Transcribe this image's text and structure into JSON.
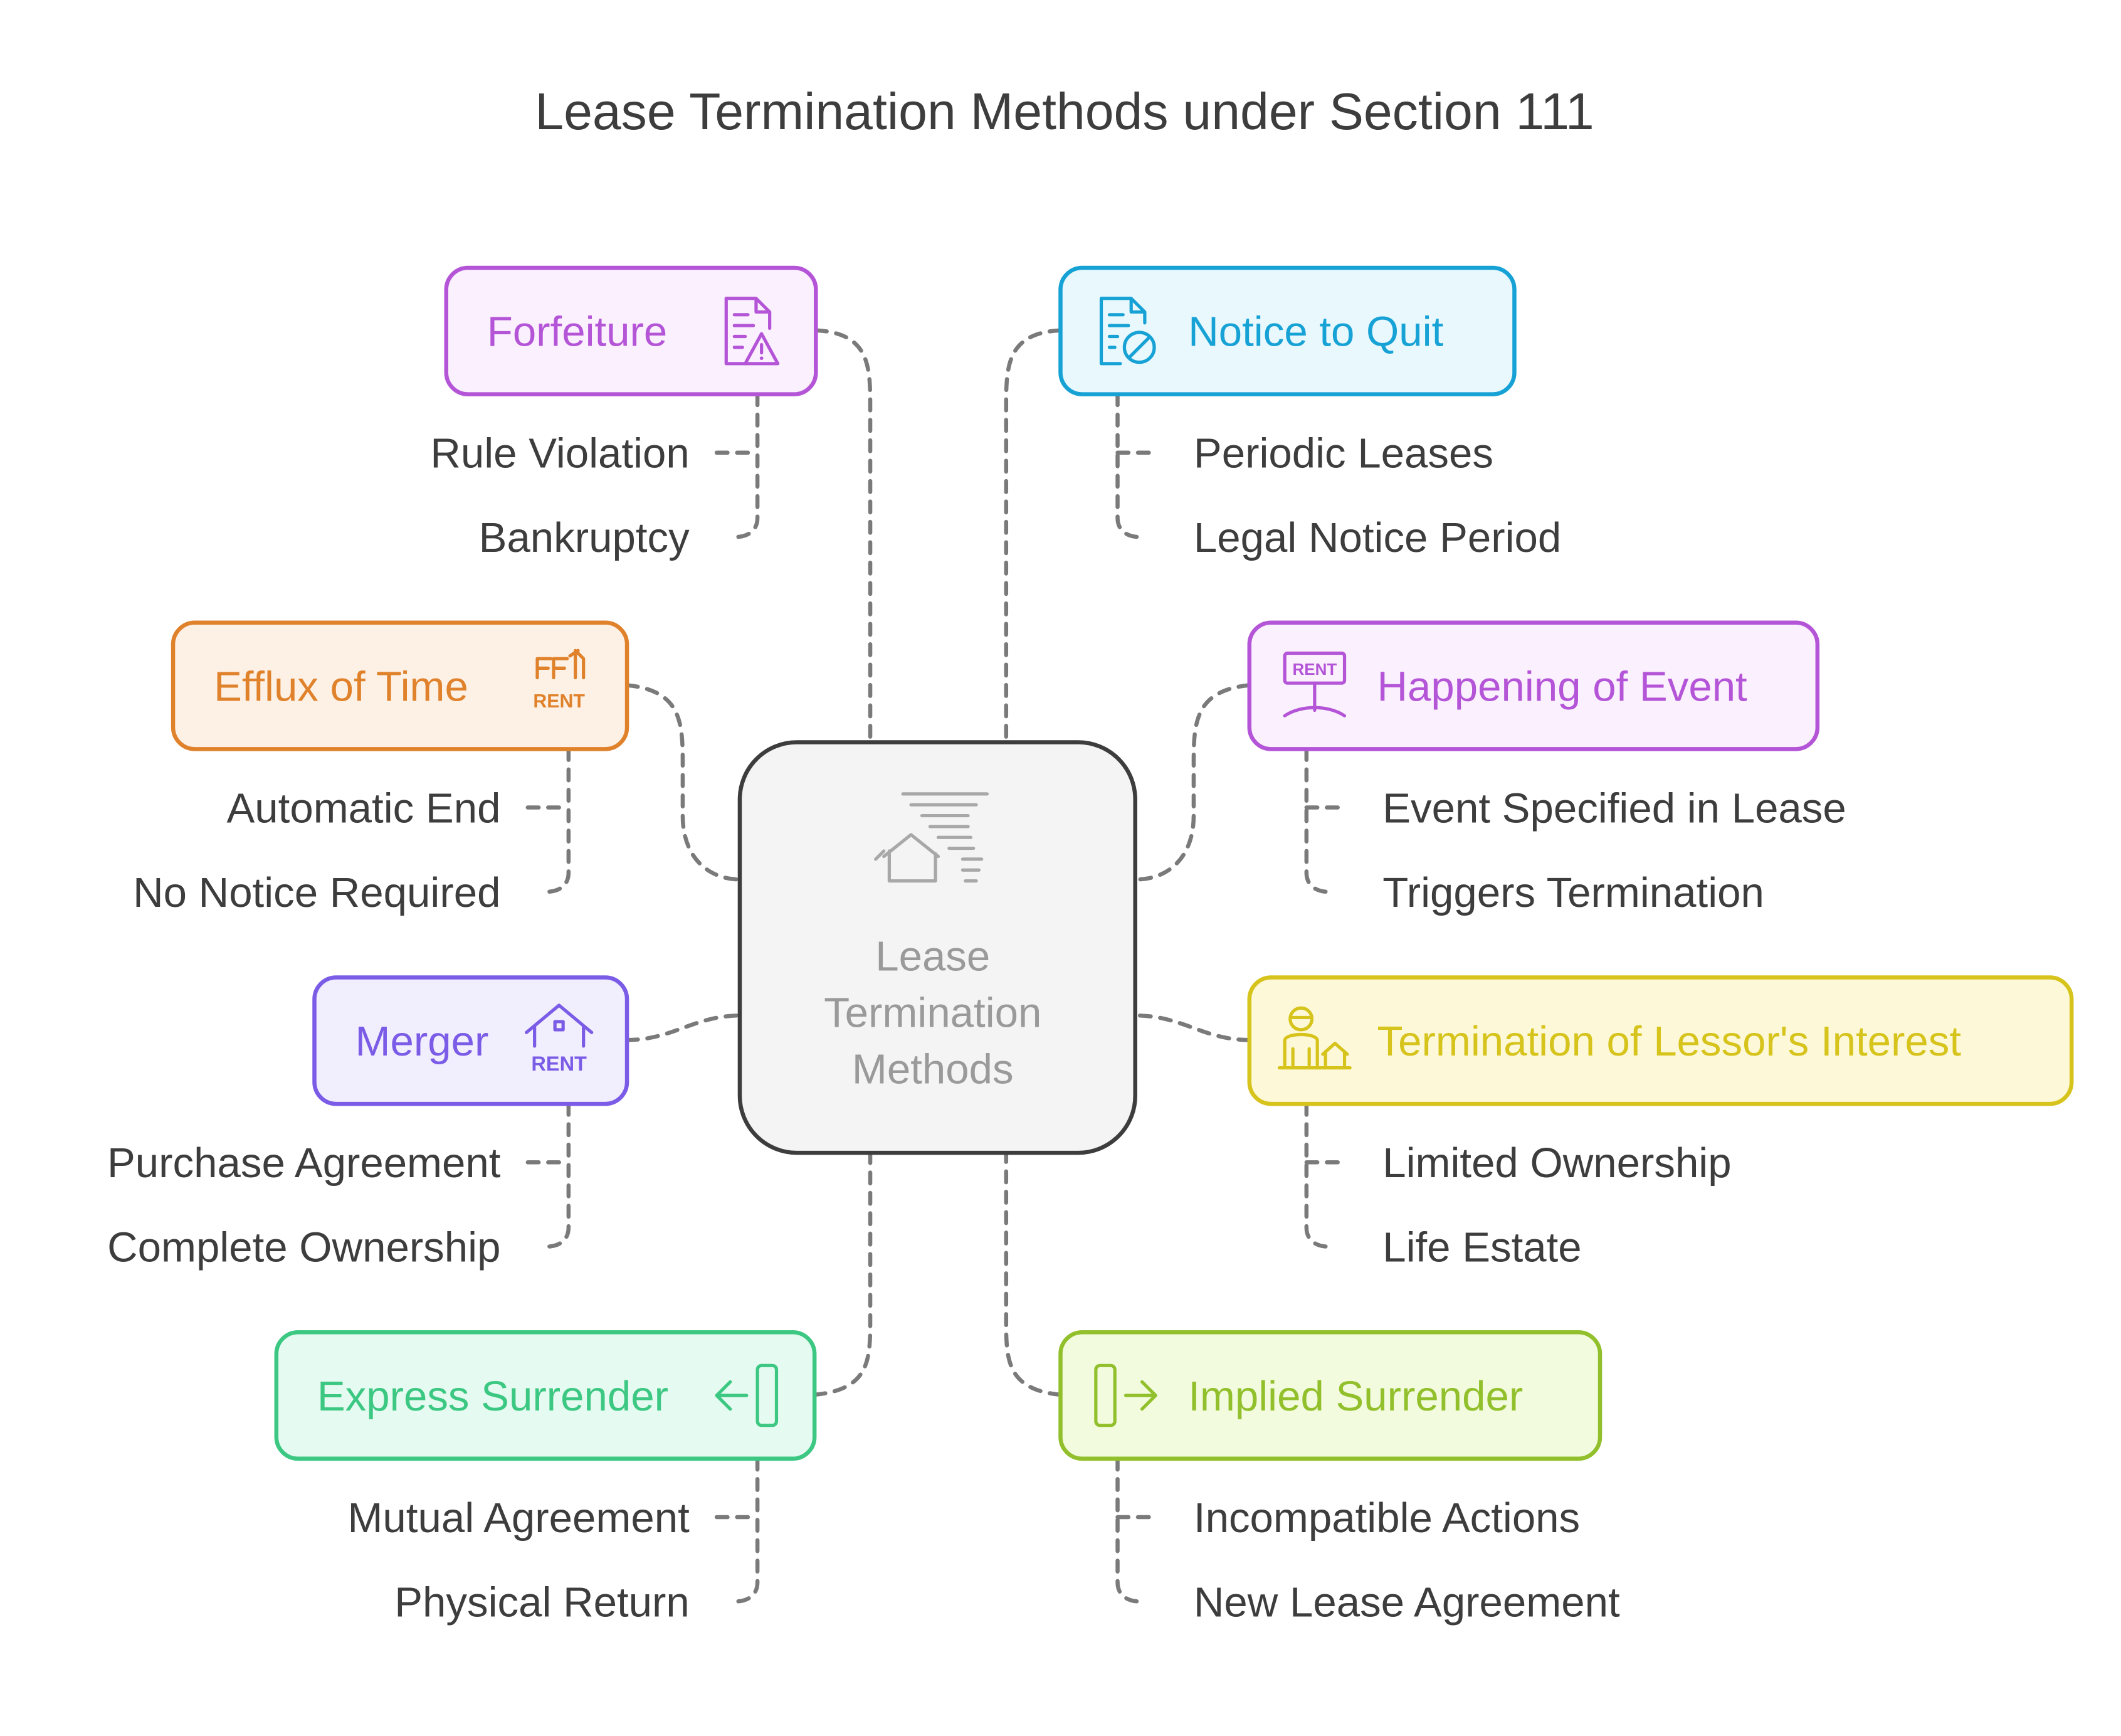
{
  "title": "Lease Termination Methods under Section 111",
  "center": {
    "lines": [
      "Lease",
      "Termination",
      "Methods"
    ],
    "icon": "tornado-house-icon"
  },
  "colors": {
    "text": "#3d3d3d",
    "connector": "#7a7a7a",
    "center_fill": "#f4f4f4",
    "center_stroke": "#3d3d3d",
    "center_text": "#9a9a9a"
  },
  "methods": [
    {
      "label": "Forfeiture",
      "icon": "document-warning-icon",
      "color": "#b455d8",
      "fill": "#fbf0fd",
      "items": [
        "Rule Violation",
        "Bankruptcy"
      ]
    },
    {
      "label": "Notice to Quit",
      "icon": "document-prohibited-icon",
      "color": "#17a2d6",
      "fill": "#e8f8fd",
      "items": [
        "Periodic Leases",
        "Legal Notice Period"
      ]
    },
    {
      "label": "Efflux of Time",
      "icon": "rent-sign-icon",
      "color": "#e0822c",
      "fill": "#fdf1e6",
      "items": [
        "Automatic End",
        "No Notice Required"
      ]
    },
    {
      "label": "Happening of Event",
      "icon": "rent-board-icon",
      "color": "#b455d8",
      "fill": "#fbf0fd",
      "items": [
        "Event Specified in Lease",
        "Triggers Termination"
      ]
    },
    {
      "label": "Merger",
      "icon": "house-rent-icon",
      "color": "#7a5ce6",
      "fill": "#f1eefd",
      "items": [
        "Purchase Agreement",
        "Complete Ownership"
      ]
    },
    {
      "label": "Termination of Lessor's Interest",
      "icon": "person-house-icon",
      "color": "#d6c31c",
      "fill": "#fdf9d8",
      "items": [
        "Limited Ownership",
        "Life Estate"
      ]
    },
    {
      "label": "Express Surrender",
      "icon": "arrow-into-door-icon",
      "color": "#3cc882",
      "fill": "#e5faf0",
      "items": [
        "Mutual Agreement",
        "Physical Return"
      ]
    },
    {
      "label": "Implied Surrender",
      "icon": "arrow-out-door-icon",
      "color": "#92c02c",
      "fill": "#f3fbdf",
      "items": [
        "Incompatible Actions",
        "New Lease Agreement"
      ]
    }
  ]
}
